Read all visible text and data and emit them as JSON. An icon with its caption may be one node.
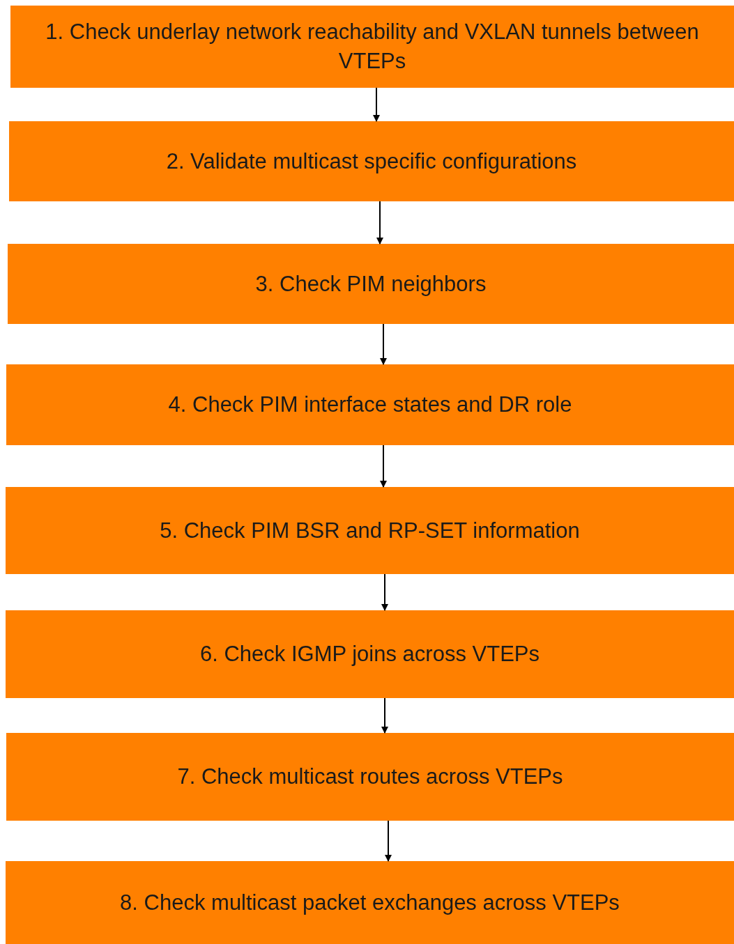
{
  "diagram": {
    "nodes": [
      {
        "text": [
          "1. Check underlay network reachability and VXLAN tunnels between VTEPs"
        ]
      },
      {
        "text": [
          "2. Validate multicast specific configurations"
        ]
      },
      {
        "text": [
          "3. Check PIM neighbors"
        ]
      },
      {
        "text": [
          "4. Check PIM interface states and DR role"
        ]
      },
      {
        "text": [
          "5. Check PIM BSR and RP-SET information"
        ]
      },
      {
        "text": [
          "6. Check IGMP joins across VTEPs"
        ]
      },
      {
        "text": [
          "7. Check multicast routes across VTEPs"
        ]
      },
      {
        "text": [
          "8. Check multicast packet exchanges across VTEPs"
        ]
      }
    ],
    "edges": [
      {
        "from": 0,
        "to": 1,
        "arrow": "to"
      },
      {
        "from": 1,
        "to": 2,
        "arrow": "to"
      },
      {
        "from": 2,
        "to": 3,
        "arrow": "to"
      },
      {
        "from": 3,
        "to": 4,
        "arrow": "to"
      },
      {
        "from": 4,
        "to": 5,
        "arrow": "to"
      },
      {
        "from": 5,
        "to": 6,
        "arrow": "to"
      },
      {
        "from": 6,
        "to": 7,
        "arrow": "to"
      }
    ]
  }
}
